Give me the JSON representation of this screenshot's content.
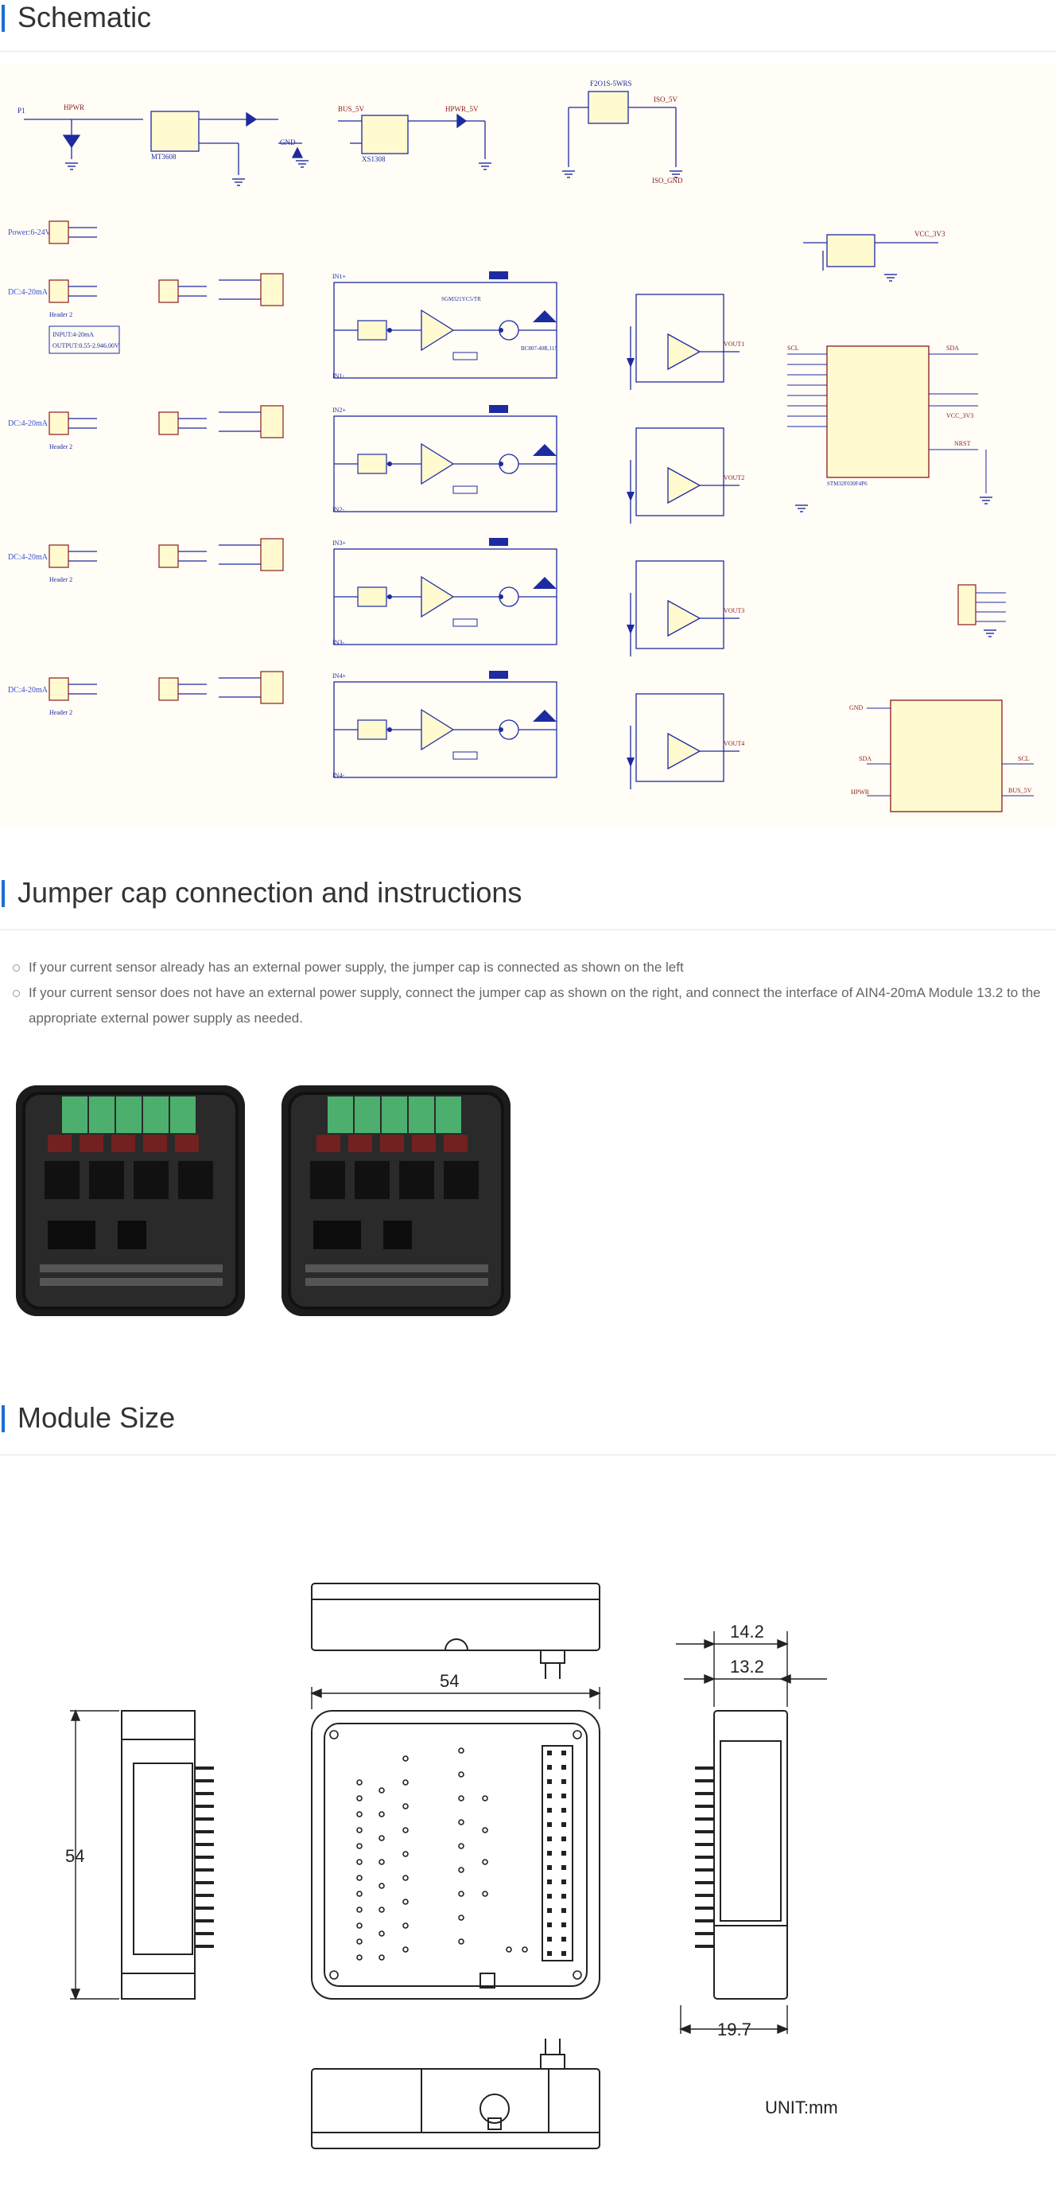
{
  "sections": {
    "schematic": {
      "title": "Schematic"
    },
    "jumper": {
      "title": "Jumper cap connection and instructions",
      "bullets": [
        "If your current sensor already has an external power supply, the jumper cap is connected as shown on the left",
        "If your current sensor does not have an external power supply, connect the jumper cap as shown on the right, and connect the interface of AIN4-20mA Module 13.2 to the appropriate external power supply as needed."
      ]
    },
    "size": {
      "title": "Module Size"
    }
  },
  "schematic": {
    "p1": "P1",
    "hpwr": "HPWR",
    "gnd": "GND",
    "u16_name": "MT3608",
    "u17_name": "XS1308",
    "u5_name": "F2O1S-5WRS",
    "bus5v": "BUS_5V",
    "hpwr5v": "HPWR_5V",
    "iso5v": "ISO_5V",
    "iso_gnd": "ISO_GND",
    "vcc33": "VCC_3V3",
    "power_label": "Power:6-24V",
    "dc_label": "DC:4-20mA",
    "header2": "Header 2",
    "u14_name": "STM32F030F4P6",
    "sda": "SDA",
    "scl": "SCL",
    "nrst": "NRST",
    "input_note_1": "INPUT:4-20mA",
    "input_note_2": "OUTPUT:0.55-2.946.00V",
    "op_label": "SGM321YC5/TR",
    "q_label": "BC807-40R,115",
    "vout": [
      "VOUT1",
      "VOUT2",
      "VOUT3",
      "VOUT4"
    ],
    "channel_rows": [
      {
        "iin": "IN1+",
        "iout": "IN1-"
      },
      {
        "iin": "IN2+",
        "iout": "IN2-"
      },
      {
        "iin": "IN3+",
        "iout": "IN3-"
      },
      {
        "iin": "IN4+",
        "iout": "IN4-"
      }
    ]
  },
  "dimensions": {
    "width_top": "54",
    "height_left": "54",
    "depth_outer": "14.2",
    "depth_inner": "13.2",
    "depth_bottom": "19.7",
    "unit": "UNIT:mm"
  }
}
